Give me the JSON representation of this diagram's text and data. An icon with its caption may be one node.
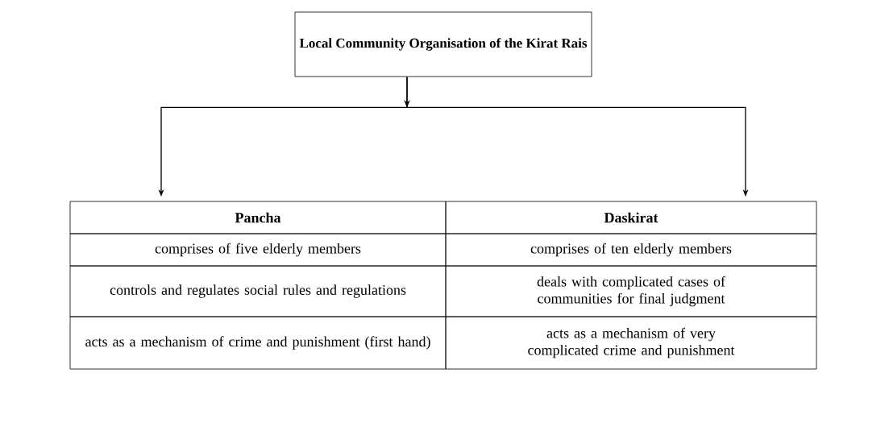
{
  "diagram": {
    "nodes": [
      {
        "text": [
          "Local Community Organisation of the Kirat Rais"
        ]
      },
      {
        "text": [
          "Pancha"
        ]
      },
      {
        "text": [
          "Daskirat"
        ]
      }
    ],
    "edges": [
      {
        "from": 0,
        "to": 1,
        "arrow": "to"
      },
      {
        "from": 0,
        "to": 2,
        "arrow": "to"
      }
    ],
    "labels": [
      "comprises of five elderly members",
      "comprises of ten elderly members",
      "controls and regulates social rules and regulations",
      "deals with complicated cases of communities for final judgment",
      "acts as a mechanism of crime and punishment (first hand)",
      "acts as a mechanism of very complicated crime and punishment"
    ]
  }
}
